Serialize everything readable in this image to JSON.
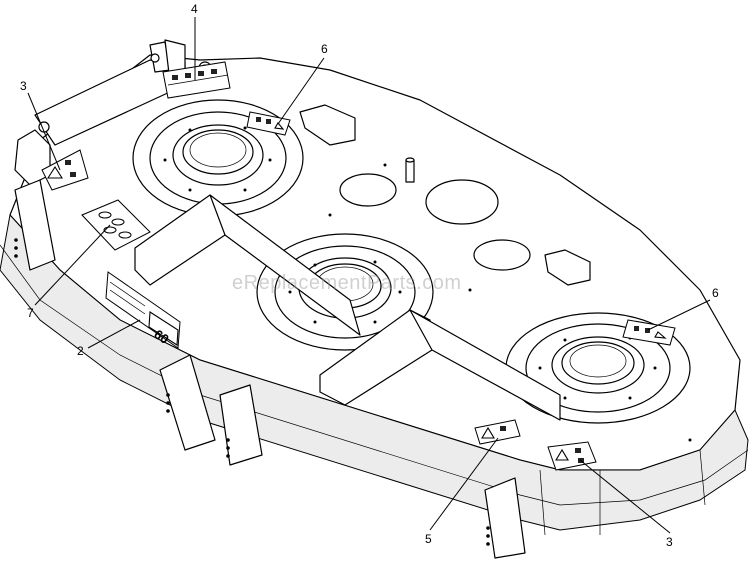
{
  "callouts": [
    {
      "id": "c4",
      "label": "4"
    },
    {
      "id": "c6a",
      "label": "6"
    },
    {
      "id": "c3a",
      "label": "3"
    },
    {
      "id": "c7",
      "label": "7"
    },
    {
      "id": "c2",
      "label": "2"
    },
    {
      "id": "c6b",
      "label": "6"
    },
    {
      "id": "c5",
      "label": "5"
    },
    {
      "id": "c3b",
      "label": "3"
    }
  ],
  "watermark": "eReplacementParts.com",
  "brand_plate": "60"
}
